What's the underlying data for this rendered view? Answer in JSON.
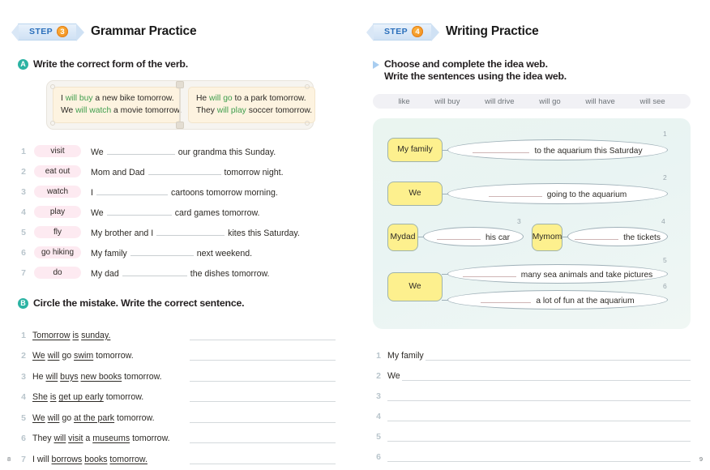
{
  "left_page": {
    "page_number": "8",
    "step": {
      "word": "STEP",
      "number": "3",
      "title": "Grammar Practice"
    },
    "section_a": {
      "marker": "A",
      "instruction": "Write the correct form of the verb.",
      "example_box": {
        "left_column": [
          {
            "pre": "I ",
            "highlight": "will buy",
            "post": " a new bike tomorrow."
          },
          {
            "pre": "We ",
            "highlight": "will watch",
            "post": " a movie tomorrow."
          }
        ],
        "right_column": [
          {
            "pre": "He ",
            "highlight": "will go",
            "post": " to a park tomorrow."
          },
          {
            "pre": "They ",
            "highlight": "will play",
            "post": " soccer tomorrow."
          }
        ]
      },
      "items": [
        {
          "num": "1",
          "chip": "visit",
          "before": "We",
          "after": "our grandma this Sunday."
        },
        {
          "num": "2",
          "chip": "eat out",
          "before": "Mom and Dad",
          "after": "tomorrow night."
        },
        {
          "num": "3",
          "chip": "watch",
          "before": "I",
          "after": "cartoons tomorrow morning."
        },
        {
          "num": "4",
          "chip": "play",
          "before": "We",
          "after": "card games tomorrow."
        },
        {
          "num": "5",
          "chip": "fly",
          "before": "My brother and I",
          "after": "kites this Saturday."
        },
        {
          "num": "6",
          "chip": "go hiking",
          "before": "My family",
          "after": "next weekend."
        },
        {
          "num": "7",
          "chip": "do",
          "before": "My dad",
          "after": "the dishes tomorrow."
        }
      ]
    },
    "section_b": {
      "marker": "B",
      "instruction": "Circle the mistake. Write the correct sentence.",
      "items": [
        {
          "num": "1",
          "parts": [
            {
              "t": "Tomorrow",
              "u": true
            },
            {
              "t": " ",
              "u": false
            },
            {
              "t": "is",
              "u": true
            },
            {
              "t": " ",
              "u": false
            },
            {
              "t": "sunday.",
              "u": true
            }
          ]
        },
        {
          "num": "2",
          "parts": [
            {
              "t": "We",
              "u": true
            },
            {
              "t": " ",
              "u": false
            },
            {
              "t": "will",
              "u": true
            },
            {
              "t": " go ",
              "u": false
            },
            {
              "t": "swim",
              "u": true
            },
            {
              "t": " tomorrow.",
              "u": false
            }
          ]
        },
        {
          "num": "3",
          "parts": [
            {
              "t": "He ",
              "u": false
            },
            {
              "t": "will",
              "u": true
            },
            {
              "t": " ",
              "u": false
            },
            {
              "t": "buys",
              "u": true
            },
            {
              "t": " ",
              "u": false
            },
            {
              "t": "new books",
              "u": true
            },
            {
              "t": " tomorrow.",
              "u": false
            }
          ]
        },
        {
          "num": "4",
          "parts": [
            {
              "t": "She",
              "u": true
            },
            {
              "t": " ",
              "u": false
            },
            {
              "t": "is",
              "u": true
            },
            {
              "t": " ",
              "u": false
            },
            {
              "t": "get up early",
              "u": true
            },
            {
              "t": " tomorrow.",
              "u": false
            }
          ]
        },
        {
          "num": "5",
          "parts": [
            {
              "t": "We",
              "u": true
            },
            {
              "t": " ",
              "u": false
            },
            {
              "t": "will",
              "u": true
            },
            {
              "t": " go ",
              "u": false
            },
            {
              "t": "at the park",
              "u": true
            },
            {
              "t": " tomorrow.",
              "u": false
            }
          ]
        },
        {
          "num": "6",
          "parts": [
            {
              "t": "They ",
              "u": false
            },
            {
              "t": "will",
              "u": true
            },
            {
              "t": " ",
              "u": false
            },
            {
              "t": "visit",
              "u": true
            },
            {
              "t": " a ",
              "u": false
            },
            {
              "t": "museums",
              "u": true
            },
            {
              "t": " tomorrow.",
              "u": false
            }
          ]
        },
        {
          "num": "7",
          "parts": [
            {
              "t": "I will ",
              "u": false
            },
            {
              "t": "borrows",
              "u": true
            },
            {
              "t": " ",
              "u": false
            },
            {
              "t": "books",
              "u": true
            },
            {
              "t": " ",
              "u": false
            },
            {
              "t": "tomorrow.",
              "u": true
            }
          ]
        }
      ]
    }
  },
  "right_page": {
    "page_number": "9",
    "step": {
      "word": "STEP",
      "number": "4",
      "title": "Writing Practice"
    },
    "instruction_line1": "Choose and complete the idea web.",
    "instruction_line2": "Write the sentences using the idea web.",
    "word_bank": [
      "like",
      "will buy",
      "will drive",
      "will go",
      "will have",
      "will see"
    ],
    "idea_web": {
      "nodes": [
        {
          "label": "My family",
          "oval_text": "to the aquarium this Saturday",
          "number": "1"
        },
        {
          "label": "We",
          "oval_text": "going to the aquarium",
          "number": "2"
        },
        {
          "label": "My\ndad",
          "oval_text": "his car",
          "number": "3"
        },
        {
          "label": "My\nmom",
          "oval_text": "the tickets",
          "number": "4"
        },
        {
          "label": "We",
          "oval_text": "many sea animals and take pictures",
          "number": "5"
        },
        {
          "label": "We",
          "oval_text": "a lot of fun at the aquarium",
          "number": "6"
        }
      ]
    },
    "writing_lines": [
      {
        "num": "1",
        "prefix": "My family"
      },
      {
        "num": "2",
        "prefix": "We"
      },
      {
        "num": "3",
        "prefix": ""
      },
      {
        "num": "4",
        "prefix": ""
      },
      {
        "num": "5",
        "prefix": ""
      },
      {
        "num": "6",
        "prefix": ""
      }
    ]
  },
  "colors": {
    "step_blue": "#2a6fbb",
    "step_orange": "#f08a1c",
    "marker_teal": "#2bb3a3",
    "chip_pink": "#fdeaf1",
    "highlight_green": "#3f9e4d",
    "web_yellow": "#fdf08e",
    "web_bg": "#eaf5f0"
  }
}
